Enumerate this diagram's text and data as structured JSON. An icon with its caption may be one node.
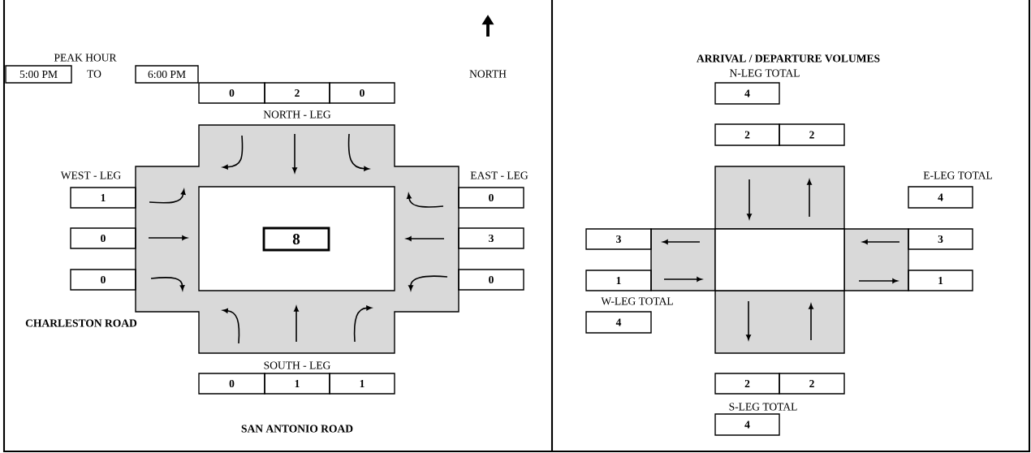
{
  "diagram": {
    "nodes": [
      {
        "text": [
          "5:00 PM"
        ]
      },
      {
        "text": [
          "6:00 PM"
        ]
      },
      {
        "text": [
          "0"
        ]
      },
      {
        "text": [
          "2"
        ]
      },
      {
        "text": [
          "0"
        ]
      },
      {
        "text": [
          "1"
        ]
      },
      {
        "text": [
          "0"
        ]
      },
      {
        "text": [
          "0"
        ]
      },
      {
        "text": [
          "8"
        ]
      },
      {
        "text": [
          "3"
        ]
      },
      {
        "text": [
          "0"
        ]
      },
      {
        "text": [
          "0"
        ]
      },
      {
        "text": [
          "0"
        ]
      },
      {
        "text": [
          "1"
        ]
      },
      {
        "text": [
          "1"
        ]
      },
      {
        "text": [
          "4"
        ]
      },
      {
        "text": [
          "2"
        ]
      },
      {
        "text": [
          "2"
        ]
      },
      {
        "text": [
          "4"
        ]
      },
      {
        "text": [
          "3"
        ]
      },
      {
        "text": [
          "3"
        ]
      },
      {
        "text": [
          "1"
        ]
      },
      {
        "text": [
          "1"
        ]
      },
      {
        "text": [
          "4"
        ]
      },
      {
        "text": [
          "2"
        ]
      },
      {
        "text": [
          "2"
        ]
      },
      {
        "text": [
          "4"
        ]
      }
    ],
    "labels": [
      "PEAK HOUR",
      "TO",
      "NORTH",
      "NORTH - LEG",
      "WEST - LEG",
      "EAST - LEG",
      "CHARLESTON ROAD",
      "SOUTH - LEG",
      "SAN ANTONIO ROAD",
      "ARRIVAL / DEPARTURE VOLUMES",
      "N-LEG TOTAL",
      "E-LEG TOTAL",
      "W-LEG TOTAL",
      "S-LEG TOTAL"
    ]
  }
}
